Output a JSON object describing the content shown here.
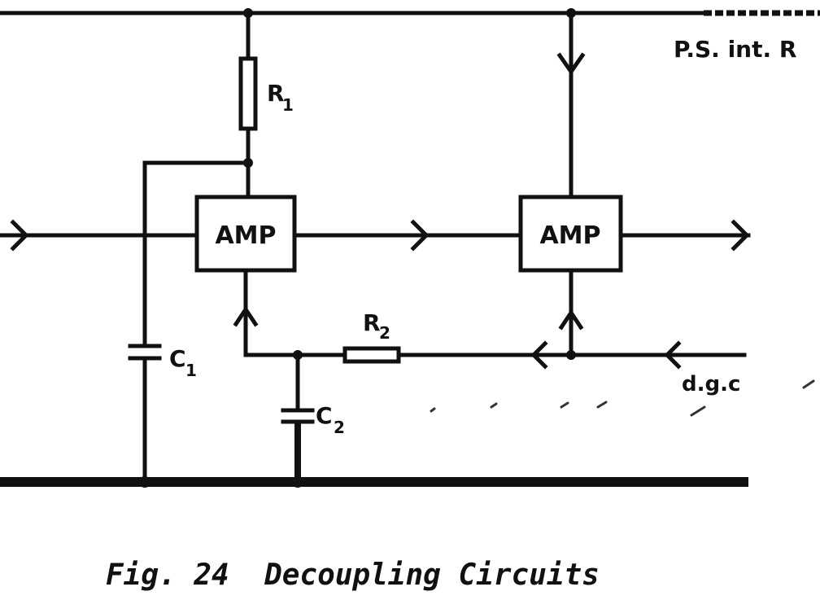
{
  "diagram": {
    "blocks": {
      "amp1": "AMP",
      "amp2": "AMP"
    },
    "components": {
      "r1": {
        "letter": "R",
        "sub": "1"
      },
      "r2": {
        "letter": "R",
        "sub": "2"
      },
      "c1": {
        "letter": "C",
        "sub": "1"
      },
      "c2": {
        "letter": "C",
        "sub": "2"
      }
    },
    "labels": {
      "ps_int": "P.S. int. R",
      "agc": "d.g.c"
    }
  },
  "caption": "Fig. 24  Decoupling Circuits"
}
